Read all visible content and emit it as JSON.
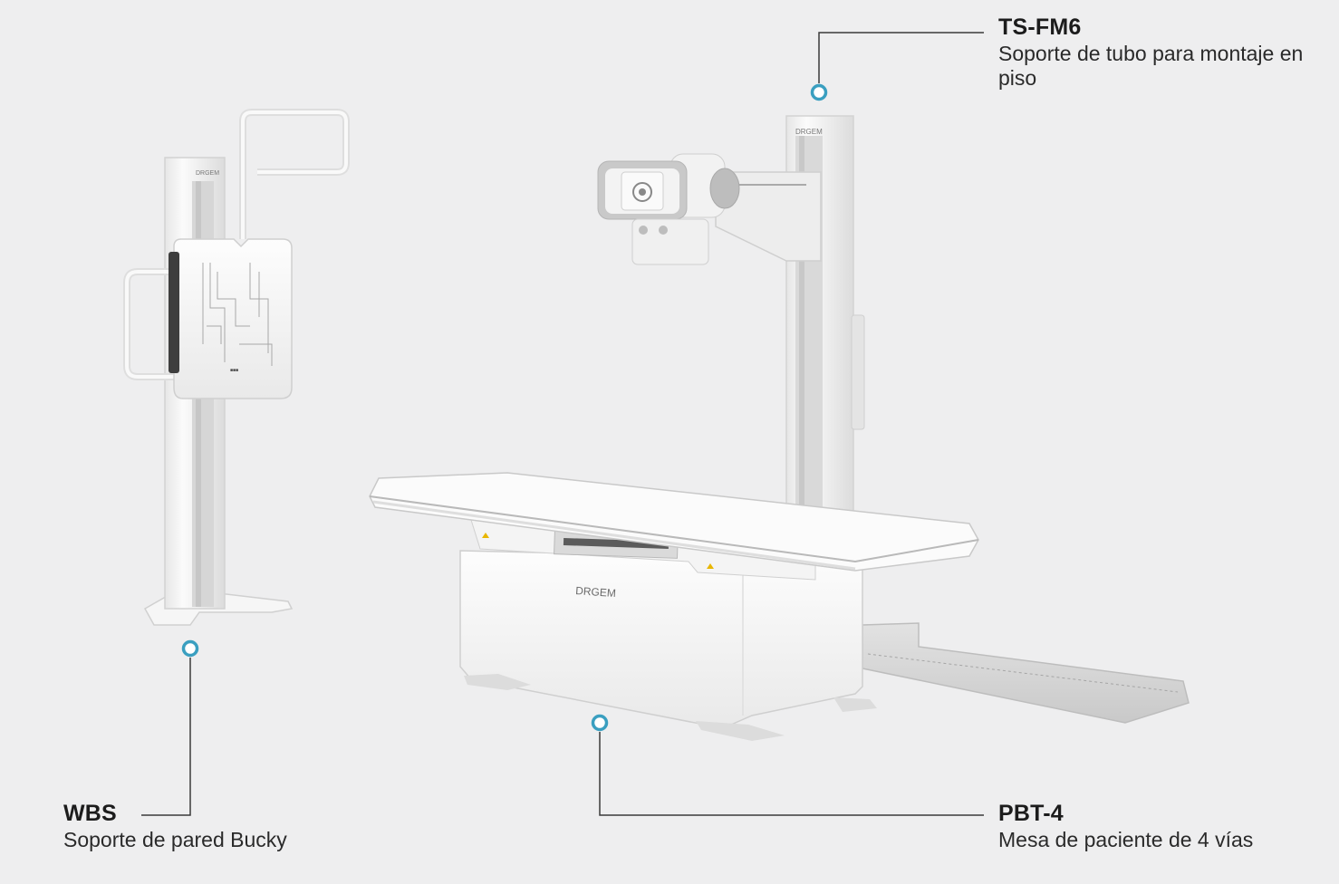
{
  "callouts": {
    "ts_fm6": {
      "code": "TS-FM6",
      "description": "Soporte de tubo para montaje en piso"
    },
    "wbs": {
      "code": "WBS",
      "description": "Soporte de pared Bucky"
    },
    "pbt4": {
      "code": "PBT-4",
      "description": "Mesa de paciente de 4 vías"
    }
  },
  "brand_markings": [
    "DRGEM",
    "DRGEM",
    "DRGEM"
  ],
  "colors": {
    "background": "#eeeeef",
    "leader_line": "#3a3a3a",
    "marker_ring": "#3a9fc0",
    "device_body": "#f7f7f7"
  }
}
